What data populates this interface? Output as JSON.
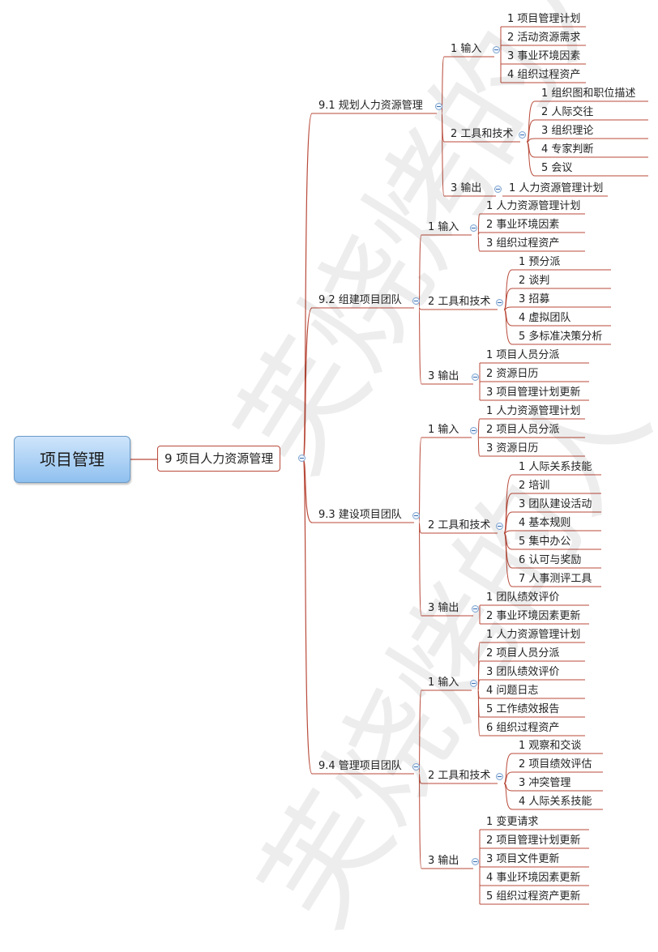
{
  "central": "项目管理",
  "main": "9 项目人力资源管理",
  "watermark": "芙烧烤的人",
  "colors": {
    "line": "#b84a3a",
    "central_border": "#6b9bc8",
    "toggle": "#3c6fb0"
  },
  "branches": [
    {
      "label": "9.1 规划人力资源管理",
      "groups": [
        {
          "label": "1 输入",
          "items": [
            "1 项目管理计划",
            "2 活动资源需求",
            "3 事业环境因素",
            "4 组织过程资产"
          ]
        },
        {
          "label": "2 工具和技术",
          "items": [
            "1 组织图和职位描述",
            "2 人际交往",
            "3 组织理论",
            "4 专家判断",
            "5 会议"
          ]
        },
        {
          "label": "3 输出",
          "items": [
            "1 人力资源管理计划"
          ]
        }
      ]
    },
    {
      "label": "9.2 组建项目团队",
      "groups": [
        {
          "label": "1 输入",
          "items": [
            "1 人力资源管理计划",
            "2 事业环境因素",
            "3 组织过程资产"
          ]
        },
        {
          "label": "2 工具和技术",
          "items": [
            "1 预分派",
            "2 谈判",
            "3 招募",
            "4 虚拟团队",
            "5 多标准决策分析"
          ]
        },
        {
          "label": "3 输出",
          "items": [
            "1 项目人员分派",
            "2 资源日历",
            "3 项目管理计划更新"
          ]
        }
      ]
    },
    {
      "label": "9.3 建设项目团队",
      "groups": [
        {
          "label": "1 输入",
          "items": [
            "1 人力资源管理计划",
            "2 项目人员分派",
            "3 资源日历"
          ]
        },
        {
          "label": "2 工具和技术",
          "items": [
            "1 人际关系技能",
            "2 培训",
            "3 团队建设活动",
            "4 基本规则",
            "5 集中办公",
            "6 认可与奖励",
            "7 人事测评工具"
          ]
        },
        {
          "label": "3 输出",
          "items": [
            "1 团队绩效评价",
            "2 事业环境因素更新"
          ]
        }
      ]
    },
    {
      "label": "9.4 管理项目团队",
      "groups": [
        {
          "label": "1 输入",
          "items": [
            "1 人力资源管理计划",
            "2 项目人员分派",
            "3 团队绩效评价",
            "4 问题日志",
            "5 工作绩效报告",
            "6 组织过程资产"
          ]
        },
        {
          "label": "2 工具和技术",
          "items": [
            "1 观察和交谈",
            "2 项目绩效评估",
            "3 冲突管理",
            "4 人际关系技能"
          ]
        },
        {
          "label": "3 输出",
          "items": [
            "1 变更请求",
            "2 项目管理计划更新",
            "3 项目文件更新",
            "4 事业环境因素更新",
            "5 组织过程资产更新"
          ]
        }
      ]
    }
  ]
}
